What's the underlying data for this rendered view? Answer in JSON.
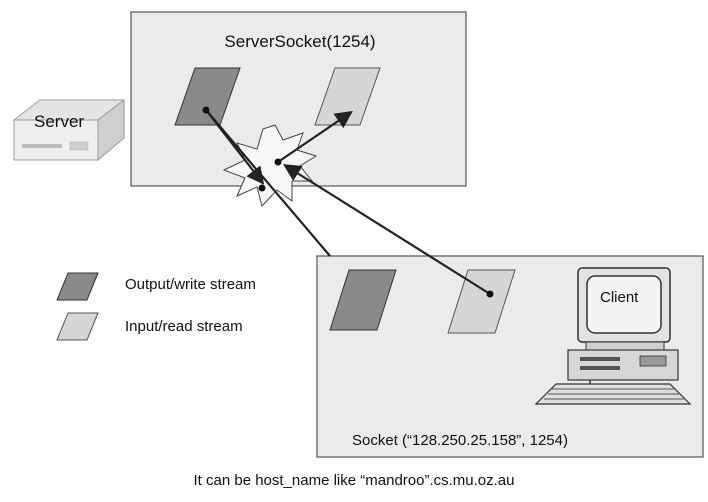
{
  "server_box": {
    "title": "ServerSocket(1254)"
  },
  "server_machine": {
    "label": "Server"
  },
  "legend": {
    "output": {
      "label": "Output/write stream",
      "color": "#8a8a8a"
    },
    "input": {
      "label": "Input/read stream",
      "color": "#d6d6d6"
    }
  },
  "client_box": {
    "socket_label": "Socket  (“128.250.25.158”, 1254)",
    "client_label": "Client"
  },
  "caption": "It can be host_name like “mandroo”.cs.mu.oz.au",
  "colors": {
    "box_fill": "#ebebeb",
    "box_border": "#555555",
    "line": "#222222"
  }
}
